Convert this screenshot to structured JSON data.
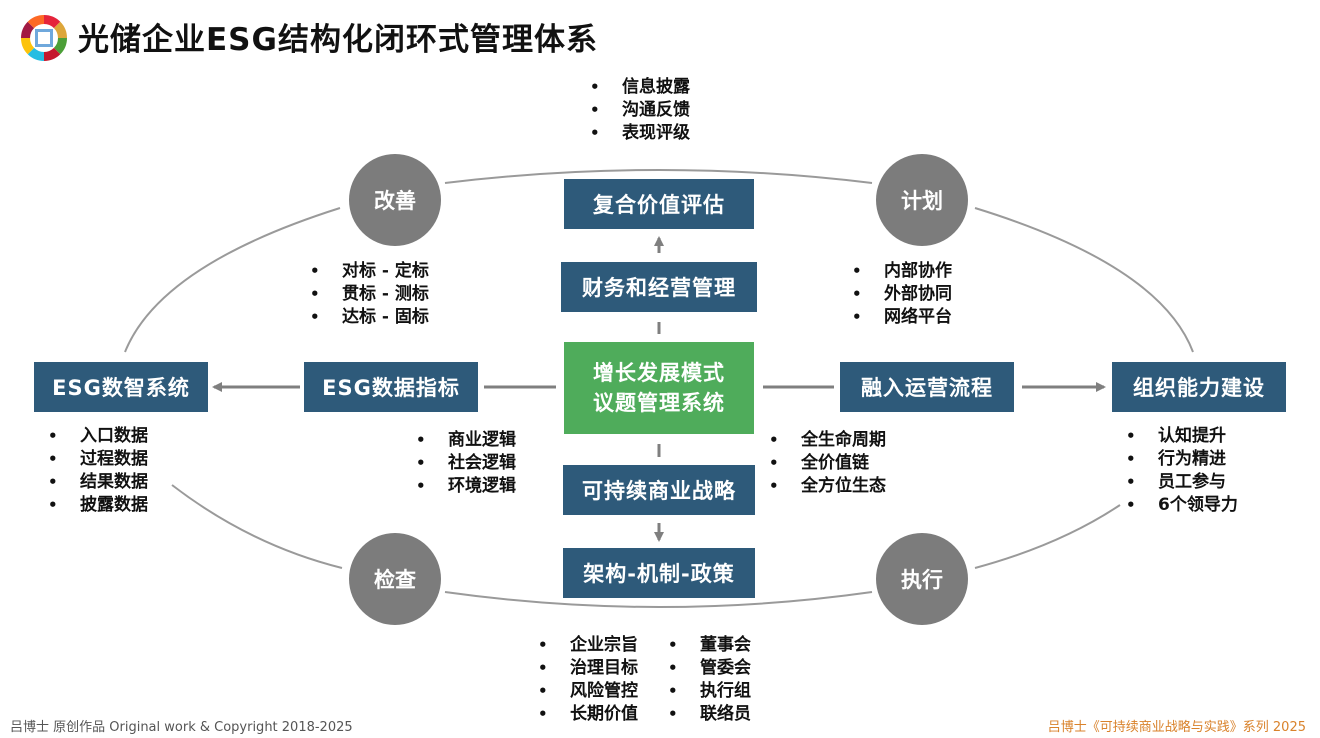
{
  "title": "光储企业ESG结构化闭环式管理体系",
  "cycle": {
    "improve": "改善",
    "plan": "计划",
    "check": "检查",
    "execute": "执行"
  },
  "center": {
    "composite_value": "复合价值评估",
    "finance": "财务和经营管理",
    "growth_line1": "增长发展模式",
    "growth_line2": "议题管理系统",
    "strategy": "可持续商业战略",
    "structure": "架构-机制-政策"
  },
  "side": {
    "esg_system": "ESG数智系统",
    "esg_indicators": "ESG数据指标",
    "integrate": "融入运营流程",
    "org_capability": "组织能力建设"
  },
  "lists": {
    "top": [
      "信息披露",
      "沟通反馈",
      "表现评级"
    ],
    "improve": [
      "对标 - 定标",
      "贯标 - 测标",
      "达标 - 固标"
    ],
    "plan": [
      "内部协作",
      "外部协同",
      "网络平台"
    ],
    "esg_system": [
      "入口数据",
      "过程数据",
      "结果数据",
      "披露数据"
    ],
    "esg_indicators": [
      "商业逻辑",
      "社会逻辑",
      "环境逻辑"
    ],
    "integrate": [
      "全生命周期",
      "全价值链",
      "全方位生态"
    ],
    "org_capability": [
      "认知提升",
      "行为精进",
      "员工参与",
      "6个领导力"
    ],
    "bottom_left": [
      "企业宗旨",
      "治理目标",
      "风险管控",
      "长期价值"
    ],
    "bottom_right": [
      "董事会",
      "管委会",
      "执行组",
      "联络员"
    ]
  },
  "footer": {
    "left": "吕博士 原创作品 Original work & Copyright 2018-2025",
    "right": "吕博士《可持续商业战略与实践》系列 2025"
  },
  "colors": {
    "box": "#2e5a7a",
    "center": "#4fac5b",
    "circle": "#7c7c7c",
    "line": "#9a9a9a",
    "footer_right": "#d9822b"
  }
}
